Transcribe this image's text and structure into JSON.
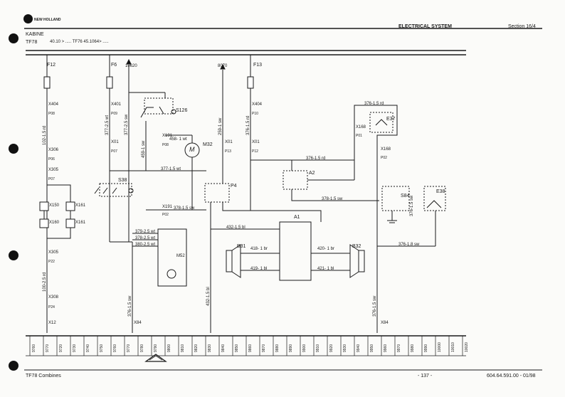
{
  "header": {
    "brand": "NEW HOLLAND",
    "system": "ELECTRICAL SYSTEM",
    "section": "Section 16/4",
    "area": "KABINE",
    "model": "TF78",
    "serial_info": "40.10  >  .....  TF76      45.1064>  ....."
  },
  "footer": {
    "left": "TF78 Combines",
    "page": "- 137 -",
    "docnum": "604.64.591.00 - 01/98"
  },
  "fuses": {
    "f12": "F12",
    "f6": "F6",
    "f13": "F13"
  },
  "supply": {
    "s10620": "10620",
    "s8070": "8070"
  },
  "connectors": {
    "x404a": "X404",
    "p08a": "P08",
    "x306": "X306",
    "p06": "P06",
    "x305a": "X305",
    "p07a": "P07",
    "x150": "X150",
    "x161a": "X161",
    "x160": "X160",
    "x161b": "X161",
    "x305b": "X305",
    "p22": "P22",
    "x308": "X308",
    "p24": "P24",
    "x12": "X12",
    "x401": "X401",
    "p09": "P09",
    "x01a": "X01",
    "p07b": "P07",
    "x191a": "X191",
    "p08b": "P08",
    "x191b": "X191",
    "p02": "P02",
    "x01b": "X01",
    "p13": "P13",
    "x404b": "X404",
    "p10": "P10",
    "x01c": "X01",
    "p12": "P12",
    "x168a": "X168",
    "p01": "P01",
    "x168b": "X168",
    "p02b": "P02",
    "x84a": "X84",
    "x84b": "X84"
  },
  "components": {
    "s126": "S126",
    "m32": "M32",
    "s38": "S38",
    "p4": "P4",
    "a2": "A2",
    "a1": "A1",
    "b31": "B31",
    "b32": "B32",
    "e37": "E37",
    "s84": "S84",
    "e38": "E38",
    "m52": "M52",
    "motor_symbol": "M"
  },
  "wires": {
    "w377": "377-1.5 wt",
    "w458": "458- 1 wt",
    "w376_15_rd": "376-1.5 rd",
    "w376_15_rd_top": "376-1.5 rd",
    "w378": "378-1.5 sw",
    "w378_15_sw": "378-1.5 sw",
    "w432": "432-1.5 bl",
    "w376_18": "376-1.8 sw",
    "w379_25": "379-2.5 wt",
    "w378_25": "378-2.5 wt",
    "w380_25": "380-2.5 wt",
    "w418": "418- 1 br",
    "w419": "419- 1 bl",
    "w420": "420- 1 br",
    "w421": "421- 1 bl",
    "v_f12": "102-1.5 rd",
    "v_x305": "100-2.5 rd",
    "v_f6": "377-2.5 wt",
    "v_f6b": "377-2.5 sw",
    "v_m32": "459-1 sw",
    "v_8070": "259-1 sw",
    "v_f13": "376-1.5 rd",
    "v_x84a": "376-1.5 sw",
    "v_p4": "432-1.5 bl",
    "v_x84b": "376-1.5 sw",
    "v_e38": "376-1.5 sw"
  },
  "scale": [
    "9760",
    "9770",
    "9720",
    "9730",
    "9740",
    "9750",
    "9760",
    "9770",
    "9780",
    "9790",
    "9800",
    "9810",
    "9820",
    "9830",
    "9840",
    "9850",
    "9860",
    "9870",
    "9880",
    "9890",
    "9900",
    "9910",
    "9920",
    "9930",
    "9940",
    "9950",
    "9960",
    "9970",
    "9980",
    "9990",
    "10000",
    "10010",
    "10020"
  ]
}
